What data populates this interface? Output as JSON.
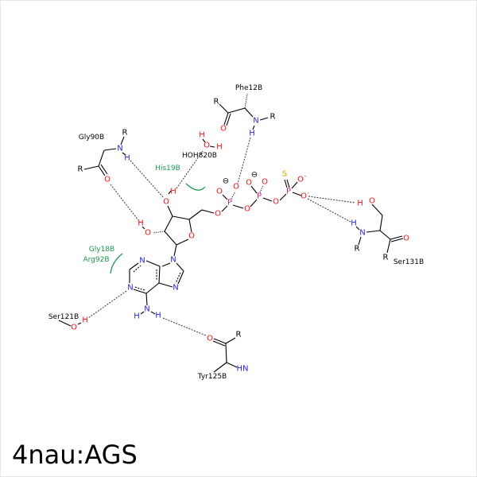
{
  "title": "4nau:AGS",
  "residues": {
    "phe12b": "Phe12B",
    "gly90b": "Gly90B",
    "hoh820b": "HOH820B",
    "his19b": "His19B",
    "gly18b": "Gly18B",
    "arg92b": "Arg92B",
    "ser131b": "Ser131B",
    "ser121b": "Ser121B",
    "tyr125b": "Tyr125B"
  },
  "sym": {
    "O": "O",
    "N": "N",
    "H": "H",
    "P": "P",
    "S": "S",
    "R": "R",
    "HN": "HN",
    "minus": "-",
    "charge": "⊖"
  },
  "colors": {
    "oxygen": "#ff0d0d",
    "nitrogen": "#1f1fff",
    "phosphorus": "#d0207a",
    "sulfur": "#e6a000",
    "hydrophobic": "#1a9a50"
  }
}
